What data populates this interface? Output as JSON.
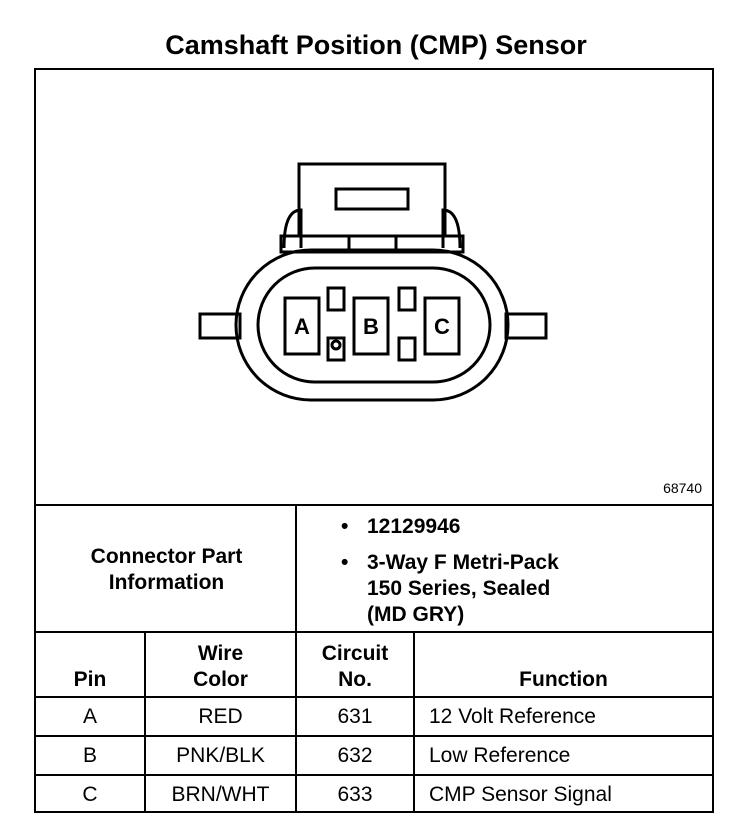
{
  "title": "Camshaft Position (CMP) Sensor",
  "figure_number": "68740",
  "connector": {
    "pins": [
      "A",
      "B",
      "C"
    ],
    "label": [
      "Connector Part",
      "Information"
    ],
    "info": [
      [
        "12129946"
      ],
      [
        "3-Way F Metri-Pack",
        "150 Series, Sealed",
        "(MD GRY)"
      ]
    ]
  },
  "table": {
    "headers": [
      [
        "",
        "Pin"
      ],
      [
        "Wire",
        "Color"
      ],
      [
        "Circuit",
        "No."
      ],
      [
        "",
        "Function"
      ]
    ],
    "rows": [
      [
        "A",
        "RED",
        "631",
        "12 Volt Reference"
      ],
      [
        "B",
        "PNK/BLK",
        "632",
        "Low Reference"
      ],
      [
        "C",
        "BRN/WHT",
        "633",
        "CMP Sensor Signal"
      ]
    ]
  }
}
